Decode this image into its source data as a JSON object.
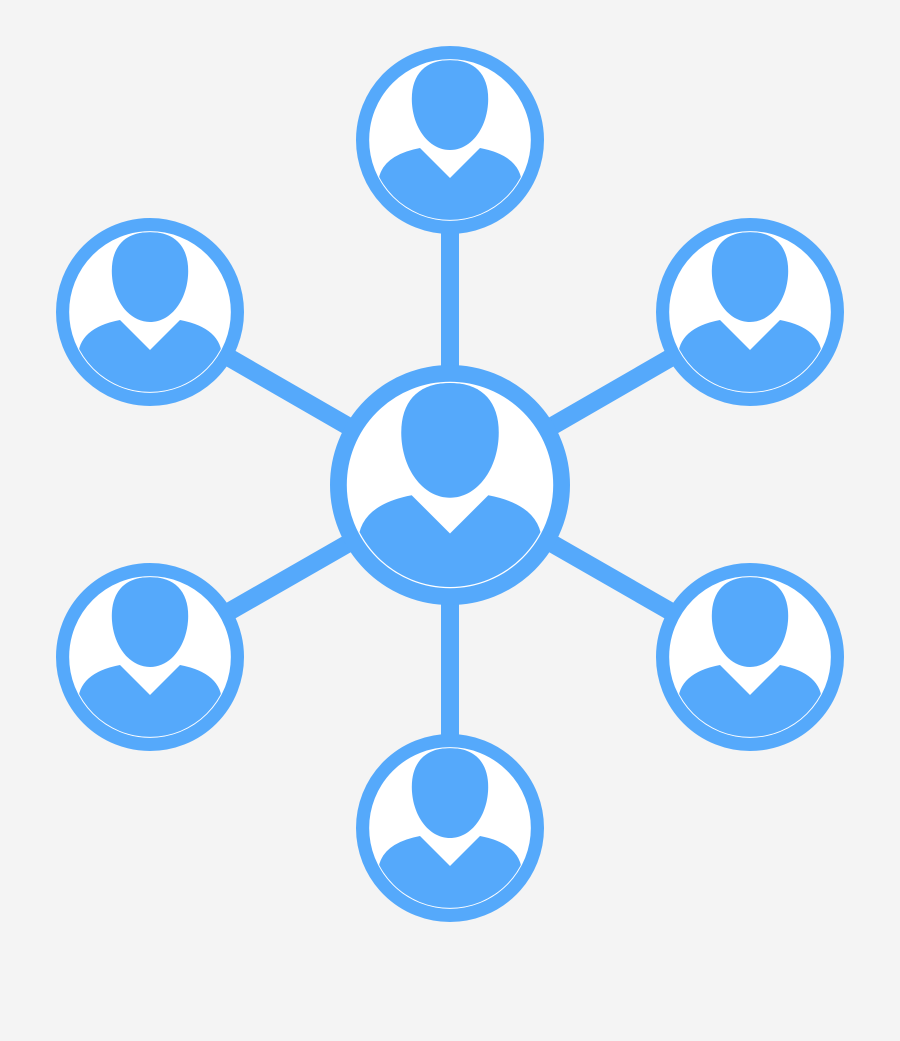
{
  "diagram": {
    "type": "network-hub",
    "background": "#f4f4f4",
    "accent": "#55a9fb",
    "ring_fill": "#ffffff",
    "hub": {
      "icon": "user-icon"
    },
    "spokes": [
      {
        "position": "top",
        "icon": "user-icon"
      },
      {
        "position": "upper-right",
        "icon": "user-icon"
      },
      {
        "position": "lower-right",
        "icon": "user-icon"
      },
      {
        "position": "bottom",
        "icon": "user-icon"
      },
      {
        "position": "lower-left",
        "icon": "user-icon"
      },
      {
        "position": "upper-left",
        "icon": "user-icon"
      }
    ]
  }
}
